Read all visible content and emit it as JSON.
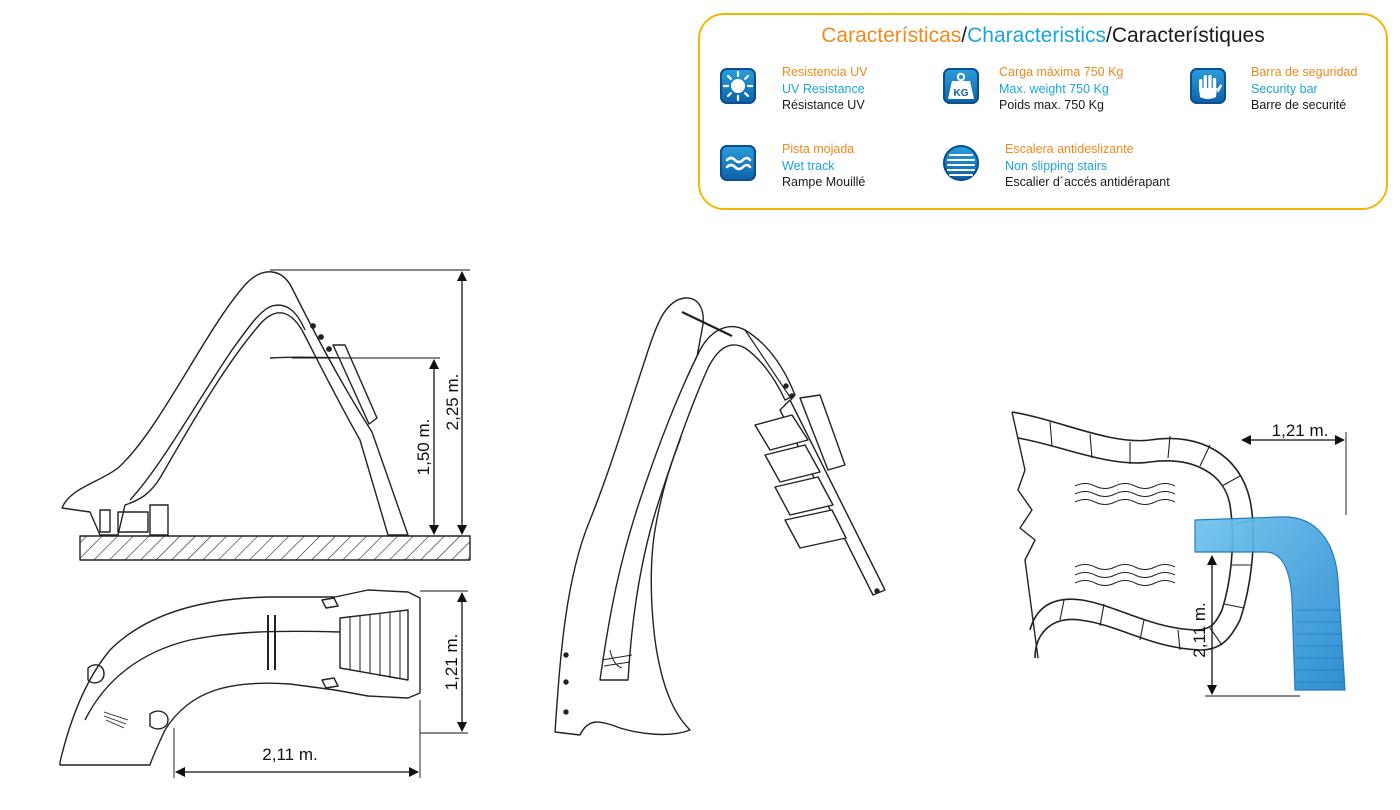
{
  "panel": {
    "title": {
      "es": "Características",
      "sep1": "/",
      "en": "Characteristics",
      "sep2": "/",
      "fr": "Característiques"
    },
    "features": [
      {
        "icon": "sun-icon",
        "es": "Resistencia UV",
        "en": "UV Resistance",
        "fr": "Résistance UV"
      },
      {
        "icon": "kg-weight-icon",
        "es": "Carga máxima  750 Kg",
        "en": "Max. weight  750 Kg",
        "fr": "Poids max.  750 Kg"
      },
      {
        "icon": "hand-icon",
        "es": "Barra de seguridad",
        "en": "Security bar",
        "fr": "Barre de securité"
      },
      {
        "icon": "wave-icon",
        "es": "Pista mojada",
        "en": "Wet track",
        "fr": "Rampe Mouillé"
      },
      {
        "icon": "stairs-icon",
        "es": "Escalera antideslizante",
        "en": "Non slipping stairs",
        "fr": "Escalier d´accés antidérapant"
      }
    ],
    "colors": {
      "spanish": "#f08a1c",
      "english": "#1ba6d9",
      "french": "#1a1a1a",
      "border": "#f2b705",
      "icon": "#1575c0"
    }
  },
  "dimensions": {
    "total_height": "2,25 m.",
    "slide_height": "1,50 m.",
    "width_top": "1,21 m.",
    "length_top": "2,11 m.",
    "plan_width": "1,21 m.",
    "plan_length": "2,11 m."
  },
  "colors": {
    "slide_plan": "#3aa0dc",
    "line": "#222222"
  }
}
